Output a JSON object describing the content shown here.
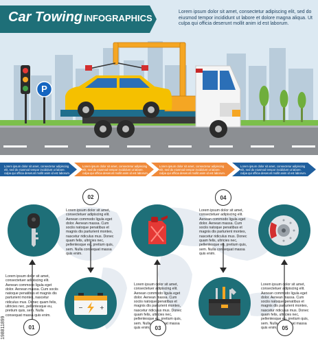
{
  "header": {
    "title": "Car Towing",
    "subtitle": "INFOGRAPHICS",
    "text": "Lorem ipsum dolor sit amet, consectetur adipiscing elit, sed do eiusmod tempor incididunt ut labore et dolore magna aliqua. Ut culpa qui officia deserunt mollit anim id est laborum."
  },
  "scene": {
    "parking_sign": "P"
  },
  "timeline": {
    "segments": [
      {
        "text": "Lorem ipsum dolor sit amet, consectetur adipiscing elit, sed do eiusmod tempor incididunt ut labore. culpa qui officia deserunt mollit anim id est laborum."
      },
      {
        "text": "Lorem ipsum dolor sit amet, consectetur adipiscing elit, sed do eiusmod tempor incididunt ut labore. culpa qui officia deserunt mollit anim id est laborum."
      },
      {
        "text": "Lorem ipsum dolor sit amet, consectetur adipiscing elit, sed do eiusmod tempor incididunt ut labore. culpa qui officia deserunt mollit anim id est laborum."
      },
      {
        "text": "Lorem ipsum dolor sit amet, consectetur adipiscing elit, sed do eiusmod tempor incididunt ut labore. culpa qui officia deserunt mollit anim id est laborum."
      }
    ]
  },
  "steps": [
    {
      "num": "01",
      "icon": "car-key-icon",
      "text": "Lorem ipsum dolor sit amet, consectetuer adipiscing elit. Aenean commodo ligula eget dolor. Aenean massa. Cum sociis natoque penatibus et magnis dis parturient montes, nascetur ridiculus mus. Donec quam felis, ultricies nec, pellentesque eu, pretium quis, sem. Nulla consequat massa quis enim."
    },
    {
      "num": "02",
      "icon": "battery-icon",
      "text": "Lorem ipsum dolor sit amet, consectetuer adipiscing elit. Aenean commodo ligula eget dolor. Aenean massa. Cum sociis natoque penatibus et magnis dis parturient montes, nascetur ridiculus mus. Donec quam felis, ultricies nec, pellentesque eu, pretium quis, sem. Nulla consequat massa quis enim."
    },
    {
      "num": "03",
      "icon": "fuel-canister-icon",
      "text": "Lorem ipsum dolor sit amet, consectetuer adipiscing elit. Aenean commodo ligula eget dolor. Aenean massa. Cum sociis natoque penatibus et magnis dis parturient montes, nascetur ridiculus mus. Donec quam felis, ultricies nec, pellentesque eu, pretium quis, sem. Nulla consequat massa quis enim."
    },
    {
      "num": "04",
      "icon": "toolbox-icon",
      "text": "Lorem ipsum dolor sit amet, consectetuer adipiscing elit. Aenean commodo ligula eget dolor. Aenean massa. Cum sociis natoque penatibus et magnis dis parturient montes, nascetur ridiculus mus. Donec quam felis, ultricies nec, pellentesque eu, pretium quis, sem. Nulla consequat massa quis enim."
    },
    {
      "num": "05",
      "icon": "brake-disc-icon",
      "text": "Lorem ipsum dolor sit amet, consectetuer adipiscing elit. Aenean commodo ligula eget dolor. Aenean massa. Cum sociis natoque penatibus et magnis dis parturient montes, nascetur ridiculus mus. Donec quam felis, ultricies nec, pellentesque eu, pretium quis, sem. Nulla consequat massa quis enim."
    }
  ],
  "stock_id": "198811899",
  "colors": {
    "teal": "#1e6f78",
    "blue_arrow": "#1f5f9e",
    "orange_arrow": "#f08a3a",
    "car_yellow": "#f5c000",
    "crane_orange": "#f5a623",
    "sky": "#dce9f2"
  }
}
